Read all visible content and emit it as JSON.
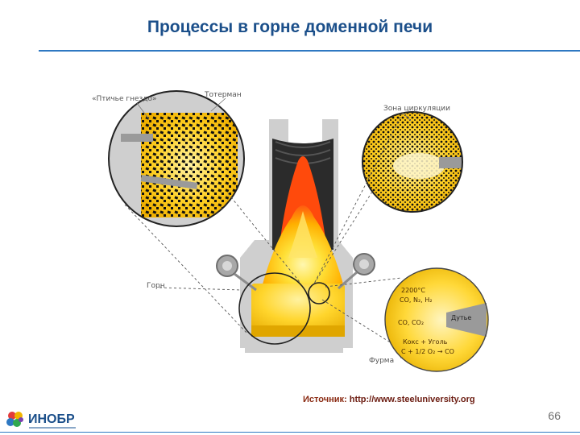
{
  "title": "Процессы в горне доменной печи",
  "labels": {
    "birds_nest": "«Птичье гнездо»",
    "deadman": "Тотерман",
    "circulation_zone": "Зона циркуляции",
    "hearth": "Горн",
    "tuyere": "Фурма"
  },
  "zone_detail": {
    "temperature": "2200°C",
    "gases_top": "CO, N₂, H₂",
    "gases_mid": "CO, CO₂",
    "blast": "Дутье",
    "fuels": "Кокс  + Уголь",
    "reaction": "C + 1/2 O₂ → CO"
  },
  "source": {
    "lead": "Источник:",
    "url": "http://www.steeluniversity.org"
  },
  "page_number": "66",
  "logo": {
    "text": "ИНОБР"
  },
  "colors": {
    "title": "#1b4f8a",
    "rule": "#2e78c2",
    "source": "#6b1b10",
    "flame_core": "#ffd21f",
    "flame_edge": "#ff4a0c",
    "furnace_wall": "#cfcfcf",
    "coke": "#111111"
  }
}
